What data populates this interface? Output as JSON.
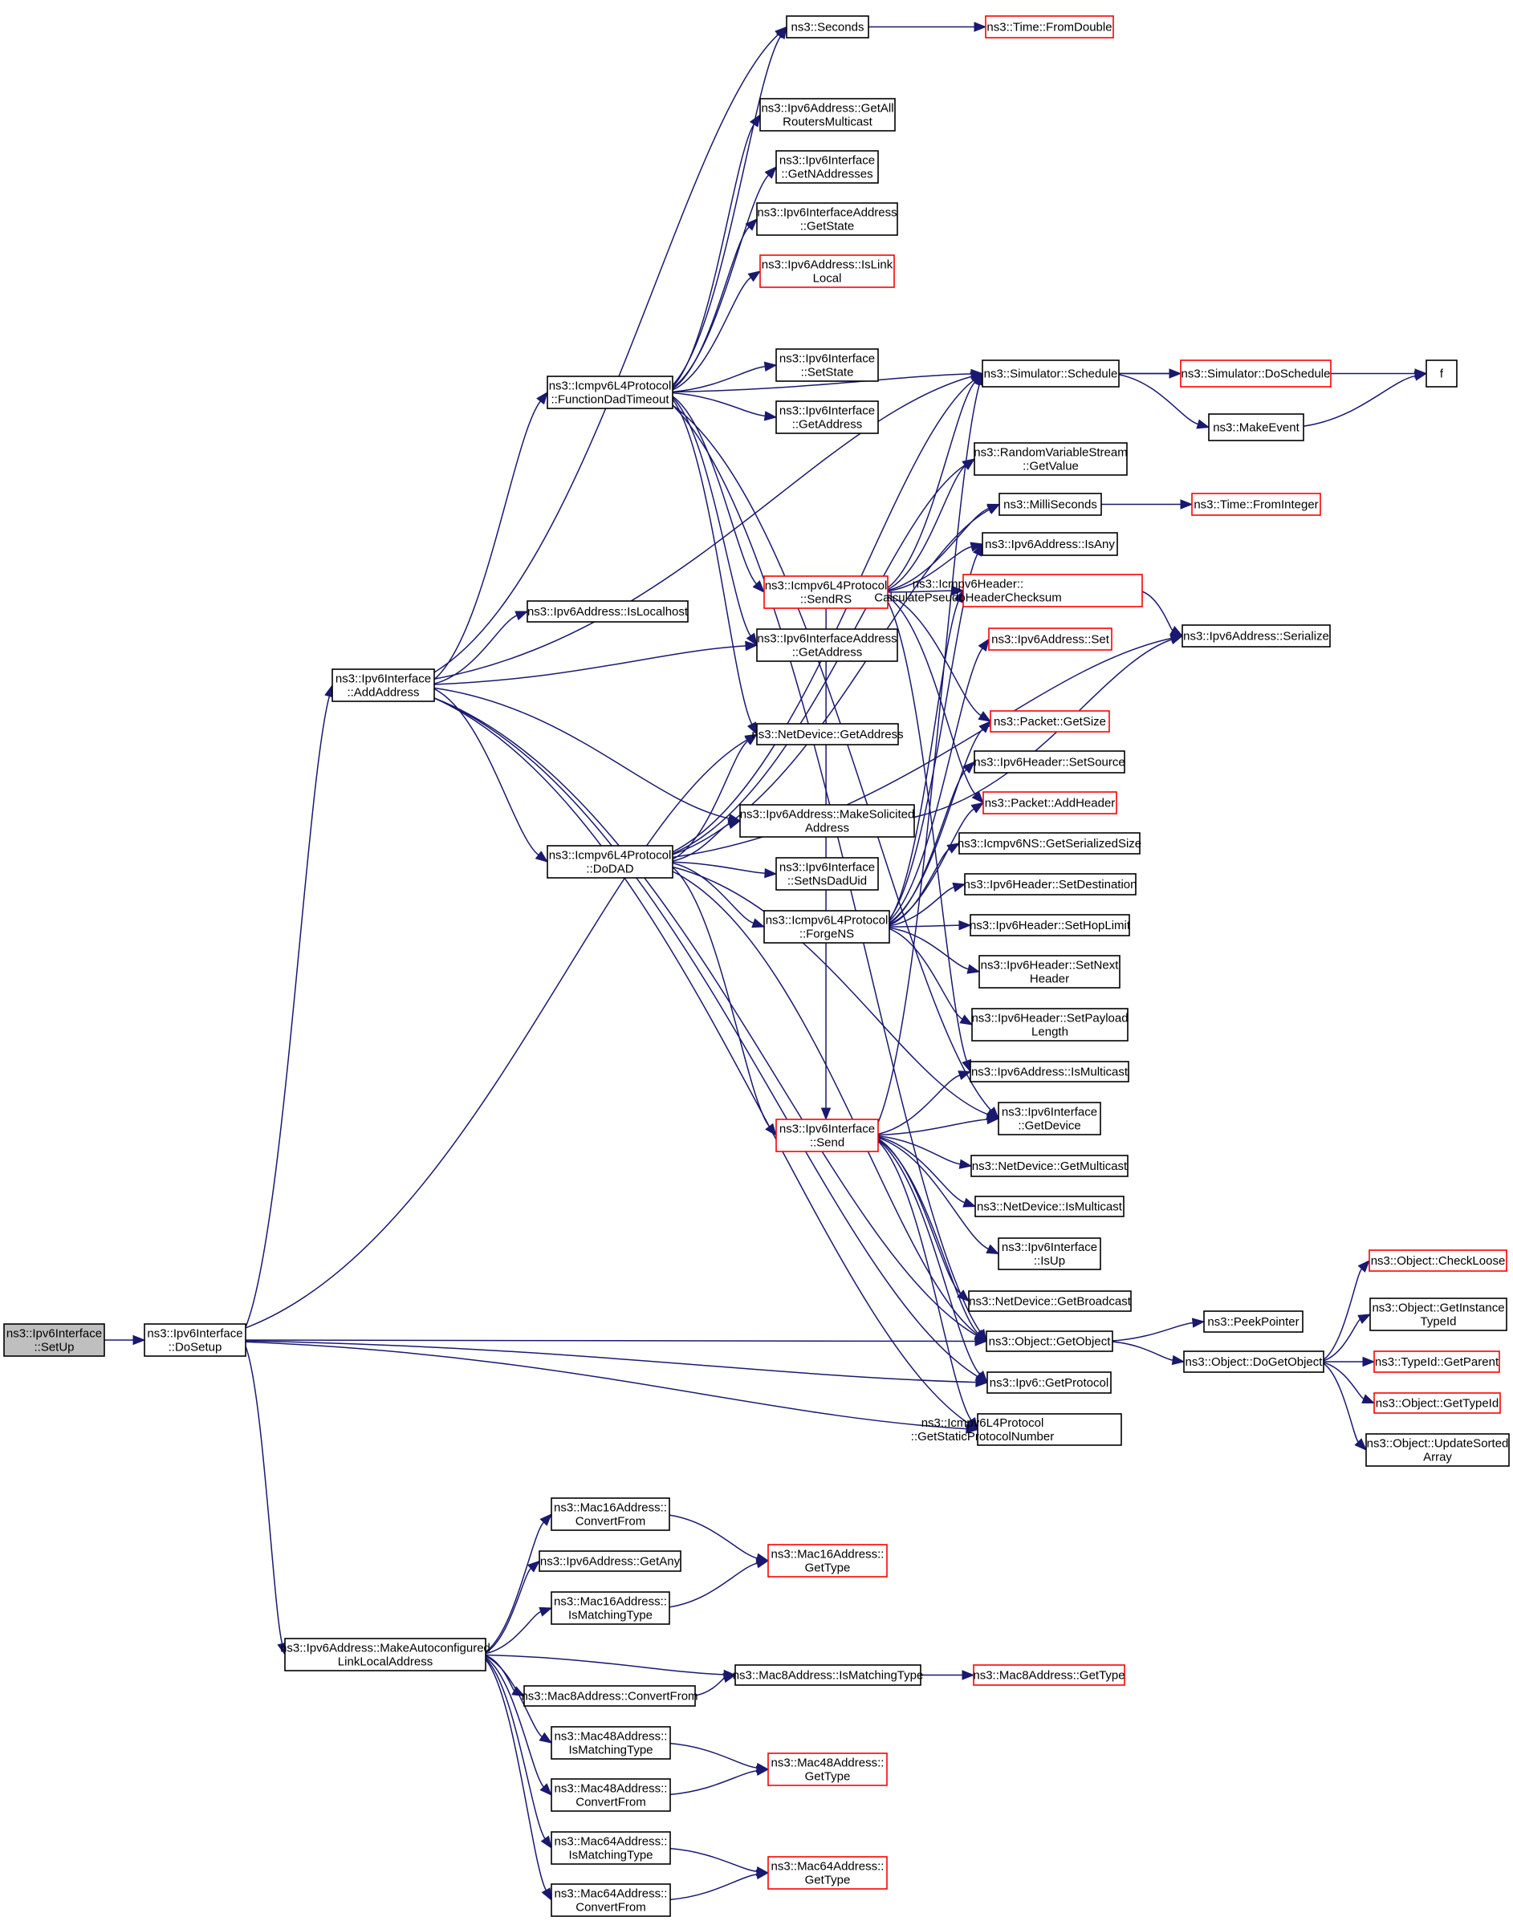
{
  "title": "ns3::Ipv6Interface::SetUp call graph",
  "colors": {
    "edge": "#191970",
    "root_fill": "#bfbfbf",
    "normal_border": "#000000",
    "truncated_border": "#ff0000"
  },
  "nodes": {
    "setup": {
      "lines": [
        "ns3::Ipv6Interface",
        "::SetUp"
      ],
      "style": "root"
    },
    "dosetup": {
      "lines": [
        "ns3::Ipv6Interface",
        "::DoSetup"
      ],
      "style": "normal"
    },
    "addaddress": {
      "lines": [
        "ns3::Ipv6Interface",
        "::AddAddress"
      ],
      "style": "normal"
    },
    "funcdad": {
      "lines": [
        "ns3::Icmpv6L4Protocol",
        "::FunctionDadTimeout"
      ],
      "style": "normal"
    },
    "dodad": {
      "lines": [
        "ns3::Icmpv6L4Protocol",
        "::DoDAD"
      ],
      "style": "normal"
    },
    "makeauto": {
      "lines": [
        "ns3::Ipv6Address::MakeAutoconfigured",
        "LinkLocalAddress"
      ],
      "style": "normal"
    },
    "seconds": {
      "lines": [
        "ns3::Seconds"
      ],
      "style": "normal"
    },
    "fromdouble": {
      "lines": [
        "ns3::Time::FromDouble"
      ],
      "style": "red"
    },
    "getallrouters": {
      "lines": [
        "ns3::Ipv6Address::GetAll",
        "RoutersMulticast"
      ],
      "style": "normal"
    },
    "getnaddr": {
      "lines": [
        "ns3::Ipv6Interface",
        "::GetNAddresses"
      ],
      "style": "normal"
    },
    "getstate": {
      "lines": [
        "ns3::Ipv6InterfaceAddress",
        "::GetState"
      ],
      "style": "normal"
    },
    "islinklocal": {
      "lines": [
        "ns3::Ipv6Address::IsLink",
        "Local"
      ],
      "style": "red"
    },
    "setstate": {
      "lines": [
        "ns3::Ipv6Interface",
        "::SetState"
      ],
      "style": "normal"
    },
    "ifgetaddress": {
      "lines": [
        "ns3::Ipv6Interface",
        "::GetAddress"
      ],
      "style": "normal"
    },
    "schedule": {
      "lines": [
        "ns3::Simulator::Schedule"
      ],
      "style": "normal"
    },
    "doschedule": {
      "lines": [
        "ns3::Simulator::DoSchedule"
      ],
      "style": "red"
    },
    "f": {
      "lines": [
        "f"
      ],
      "style": "normal"
    },
    "makeevent": {
      "lines": [
        "ns3::MakeEvent"
      ],
      "style": "normal"
    },
    "rvsgetvalue": {
      "lines": [
        "ns3::RandomVariableStream",
        "::GetValue"
      ],
      "style": "normal"
    },
    "milliseconds": {
      "lines": [
        "ns3::MilliSeconds"
      ],
      "style": "normal"
    },
    "frominteger": {
      "lines": [
        "ns3::Time::FromInteger"
      ],
      "style": "red"
    },
    "isany": {
      "lines": [
        "ns3::Ipv6Address::IsAny"
      ],
      "style": "normal"
    },
    "sendrs": {
      "lines": [
        "ns3::Icmpv6L4Protocol",
        "::SendRS"
      ],
      "style": "red"
    },
    "calcchecksum": {
      "lines": [
        "ns3::Icmpv6Header::",
        "CalculatePseudoHeaderChecksum"
      ],
      "style": "red",
      "align": "left"
    },
    "islocalhost": {
      "lines": [
        "ns3::Ipv6Address::IsLocalhost"
      ],
      "style": "normal"
    },
    "addrset": {
      "lines": [
        "ns3::Ipv6Address::Set"
      ],
      "style": "red"
    },
    "serialize": {
      "lines": [
        "ns3::Ipv6Address::Serialize"
      ],
      "style": "normal"
    },
    "ifaddrgetaddress": {
      "lines": [
        "ns3::Ipv6InterfaceAddress",
        "::GetAddress"
      ],
      "style": "normal"
    },
    "getsize": {
      "lines": [
        "ns3::Packet::GetSize"
      ],
      "style": "red"
    },
    "ndgetaddress": {
      "lines": [
        "ns3::NetDevice::GetAddress"
      ],
      "style": "normal"
    },
    "setsource": {
      "lines": [
        "ns3::Ipv6Header::SetSource"
      ],
      "style": "normal"
    },
    "makesolicited": {
      "lines": [
        "ns3::Ipv6Address::MakeSolicited",
        "Address"
      ],
      "style": "normal"
    },
    "addheader": {
      "lines": [
        "ns3::Packet::AddHeader"
      ],
      "style": "red"
    },
    "getserialized": {
      "lines": [
        "ns3::Icmpv6NS::GetSerializedSize"
      ],
      "style": "normal"
    },
    "setnsdaduid": {
      "lines": [
        "ns3::Ipv6Interface",
        "::SetNsDadUid"
      ],
      "style": "normal"
    },
    "setdestination": {
      "lines": [
        "ns3::Ipv6Header::SetDestination"
      ],
      "style": "normal"
    },
    "forgens": {
      "lines": [
        "ns3::Icmpv6L4Protocol",
        "::ForgeNS"
      ],
      "style": "normal"
    },
    "sethoplimit": {
      "lines": [
        "ns3::Ipv6Header::SetHopLimit"
      ],
      "style": "normal"
    },
    "setnextheader": {
      "lines": [
        "ns3::Ipv6Header::SetNext",
        "Header"
      ],
      "style": "normal"
    },
    "setpayload": {
      "lines": [
        "ns3::Ipv6Header::SetPayload",
        "Length"
      ],
      "style": "normal"
    },
    "addrismulticast": {
      "lines": [
        "ns3::Ipv6Address::IsMulticast"
      ],
      "style": "normal"
    },
    "getdevice": {
      "lines": [
        "ns3::Ipv6Interface",
        "::GetDevice"
      ],
      "style": "normal"
    },
    "send": {
      "lines": [
        "ns3::Ipv6Interface",
        "::Send"
      ],
      "style": "red"
    },
    "ndgetmulticast": {
      "lines": [
        "ns3::NetDevice::GetMulticast"
      ],
      "style": "normal"
    },
    "ndismulticast": {
      "lines": [
        "ns3::NetDevice::IsMulticast"
      ],
      "style": "normal"
    },
    "isup": {
      "lines": [
        "ns3::Ipv6Interface",
        "::IsUp"
      ],
      "style": "normal"
    },
    "getbroadcast": {
      "lines": [
        "ns3::NetDevice::GetBroadcast"
      ],
      "style": "normal"
    },
    "getobject": {
      "lines": [
        "ns3::Object::GetObject"
      ],
      "style": "normal"
    },
    "peekpointer": {
      "lines": [
        "ns3::PeekPointer"
      ],
      "style": "normal"
    },
    "dogetobject": {
      "lines": [
        "ns3::Object::DoGetObject"
      ],
      "style": "normal"
    },
    "checkloose": {
      "lines": [
        "ns3::Object::CheckLoose"
      ],
      "style": "red"
    },
    "getinstancetypeid": {
      "lines": [
        "ns3::Object::GetInstance",
        "TypeId"
      ],
      "style": "normal"
    },
    "getparent": {
      "lines": [
        "ns3::TypeId::GetParent"
      ],
      "style": "red"
    },
    "gettypeid": {
      "lines": [
        "ns3::Object::GetTypeId"
      ],
      "style": "red"
    },
    "updatesorted": {
      "lines": [
        "ns3::Object::UpdateSorted",
        "Array"
      ],
      "style": "normal"
    },
    "getprotocol": {
      "lines": [
        "ns3::Ipv6::GetProtocol"
      ],
      "style": "normal"
    },
    "getstaticproto": {
      "lines": [
        "ns3::Icmpv6L4Protocol",
        "::GetStaticProtocolNumber"
      ],
      "style": "normal",
      "align": "left"
    },
    "mac16convert": {
      "lines": [
        "ns3::Mac16Address::",
        "ConvertFrom"
      ],
      "style": "normal"
    },
    "getany": {
      "lines": [
        "ns3::Ipv6Address::GetAny"
      ],
      "style": "normal"
    },
    "mac16ismatch": {
      "lines": [
        "ns3::Mac16Address::",
        "IsMatchingType"
      ],
      "style": "normal"
    },
    "mac16gettype": {
      "lines": [
        "ns3::Mac16Address::",
        "GetType"
      ],
      "style": "red"
    },
    "mac8ismatch": {
      "lines": [
        "ns3::Mac8Address::IsMatchingType"
      ],
      "style": "normal"
    },
    "mac8gettype": {
      "lines": [
        "ns3::Mac8Address::GetType"
      ],
      "style": "red"
    },
    "mac8convert": {
      "lines": [
        "ns3::Mac8Address::ConvertFrom"
      ],
      "style": "normal"
    },
    "mac48ismatch": {
      "lines": [
        "ns3::Mac48Address::",
        "IsMatchingType"
      ],
      "style": "normal"
    },
    "mac48convert": {
      "lines": [
        "ns3::Mac48Address::",
        "ConvertFrom"
      ],
      "style": "normal"
    },
    "mac48gettype": {
      "lines": [
        "ns3::Mac48Address::",
        "GetType"
      ],
      "style": "red"
    },
    "mac64ismatch": {
      "lines": [
        "ns3::Mac64Address::",
        "IsMatchingType"
      ],
      "style": "normal"
    },
    "mac64convert": {
      "lines": [
        "ns3::Mac64Address::",
        "ConvertFrom"
      ],
      "style": "normal"
    },
    "mac64gettype": {
      "lines": [
        "ns3::Mac64Address::",
        "GetType"
      ],
      "style": "red"
    }
  },
  "edges": [
    [
      "setup",
      "dosetup"
    ],
    [
      "dosetup",
      "addaddress"
    ],
    [
      "dosetup",
      "ndgetaddress"
    ],
    [
      "dosetup",
      "getobject"
    ],
    [
      "dosetup",
      "getprotocol"
    ],
    [
      "dosetup",
      "getstaticproto"
    ],
    [
      "dosetup",
      "makeauto"
    ],
    [
      "addaddress",
      "seconds"
    ],
    [
      "addaddress",
      "schedule"
    ],
    [
      "addaddress",
      "funcdad"
    ],
    [
      "addaddress",
      "islocalhost"
    ],
    [
      "addaddress",
      "ifaddrgetaddress"
    ],
    [
      "addaddress",
      "makesolicited"
    ],
    [
      "addaddress",
      "dodad"
    ],
    [
      "addaddress",
      "getobject"
    ],
    [
      "addaddress",
      "getprotocol"
    ],
    [
      "addaddress",
      "getstaticproto"
    ],
    [
      "funcdad",
      "seconds"
    ],
    [
      "funcdad",
      "getallrouters"
    ],
    [
      "funcdad",
      "getnaddr"
    ],
    [
      "funcdad",
      "getstate"
    ],
    [
      "funcdad",
      "islinklocal"
    ],
    [
      "funcdad",
      "schedule"
    ],
    [
      "funcdad",
      "setstate"
    ],
    [
      "funcdad",
      "ifgetaddress"
    ],
    [
      "funcdad",
      "sendrs"
    ],
    [
      "funcdad",
      "ifaddrgetaddress"
    ],
    [
      "funcdad",
      "ndgetaddress"
    ],
    [
      "funcdad",
      "getdevice"
    ],
    [
      "funcdad",
      "getobject"
    ],
    [
      "dodad",
      "schedule"
    ],
    [
      "dodad",
      "rvsgetvalue"
    ],
    [
      "dodad",
      "milliseconds"
    ],
    [
      "dodad",
      "ndgetaddress"
    ],
    [
      "dodad",
      "makesolicited"
    ],
    [
      "dodad",
      "setnsdaduid"
    ],
    [
      "dodad",
      "forgens"
    ],
    [
      "dodad",
      "send"
    ],
    [
      "dodad",
      "getdevice"
    ],
    [
      "dodad",
      "getobject"
    ],
    [
      "dodad",
      "serialize"
    ],
    [
      "seconds",
      "fromdouble"
    ],
    [
      "schedule",
      "doschedule"
    ],
    [
      "schedule",
      "makeevent"
    ],
    [
      "schedule",
      "f"
    ],
    [
      "makeevent",
      "f"
    ],
    [
      "milliseconds",
      "frominteger"
    ],
    [
      "sendrs",
      "schedule"
    ],
    [
      "sendrs",
      "rvsgetvalue"
    ],
    [
      "sendrs",
      "milliseconds"
    ],
    [
      "sendrs",
      "isany"
    ],
    [
      "sendrs",
      "calcchecksum"
    ],
    [
      "sendrs",
      "getsize"
    ],
    [
      "sendrs",
      "addheader"
    ],
    [
      "sendrs",
      "addrismulticast"
    ],
    [
      "sendrs",
      "send"
    ],
    [
      "calcchecksum",
      "serialize"
    ],
    [
      "forgens",
      "isany"
    ],
    [
      "forgens",
      "calcchecksum"
    ],
    [
      "forgens",
      "addrset"
    ],
    [
      "forgens",
      "getsize"
    ],
    [
      "forgens",
      "setsource"
    ],
    [
      "forgens",
      "addheader"
    ],
    [
      "forgens",
      "getserialized"
    ],
    [
      "forgens",
      "setdestination"
    ],
    [
      "forgens",
      "sethoplimit"
    ],
    [
      "forgens",
      "setnextheader"
    ],
    [
      "forgens",
      "setpayload"
    ],
    [
      "makesolicited",
      "serialize"
    ],
    [
      "send",
      "schedule"
    ],
    [
      "send",
      "addrismulticast"
    ],
    [
      "send",
      "getdevice"
    ],
    [
      "send",
      "ndgetmulticast"
    ],
    [
      "send",
      "ndismulticast"
    ],
    [
      "send",
      "isup"
    ],
    [
      "send",
      "getbroadcast"
    ],
    [
      "send",
      "getobject"
    ],
    [
      "send",
      "getprotocol"
    ],
    [
      "send",
      "getstaticproto"
    ],
    [
      "getobject",
      "peekpointer"
    ],
    [
      "getobject",
      "dogetobject"
    ],
    [
      "dogetobject",
      "checkloose"
    ],
    [
      "dogetobject",
      "getinstancetypeid"
    ],
    [
      "dogetobject",
      "getparent"
    ],
    [
      "dogetobject",
      "gettypeid"
    ],
    [
      "dogetobject",
      "updatesorted"
    ],
    [
      "makeauto",
      "mac16convert"
    ],
    [
      "makeauto",
      "getany"
    ],
    [
      "makeauto",
      "mac16ismatch"
    ],
    [
      "makeauto",
      "mac8ismatch"
    ],
    [
      "makeauto",
      "mac8convert"
    ],
    [
      "makeauto",
      "mac48ismatch"
    ],
    [
      "makeauto",
      "mac48convert"
    ],
    [
      "makeauto",
      "mac64ismatch"
    ],
    [
      "makeauto",
      "mac64convert"
    ],
    [
      "mac16convert",
      "mac16gettype"
    ],
    [
      "mac16ismatch",
      "mac16gettype"
    ],
    [
      "mac8ismatch",
      "mac8gettype"
    ],
    [
      "mac8convert",
      "mac8ismatch"
    ],
    [
      "mac48ismatch",
      "mac48gettype"
    ],
    [
      "mac48convert",
      "mac48gettype"
    ],
    [
      "mac64ismatch",
      "mac64gettype"
    ],
    [
      "mac64convert",
      "mac64gettype"
    ]
  ]
}
